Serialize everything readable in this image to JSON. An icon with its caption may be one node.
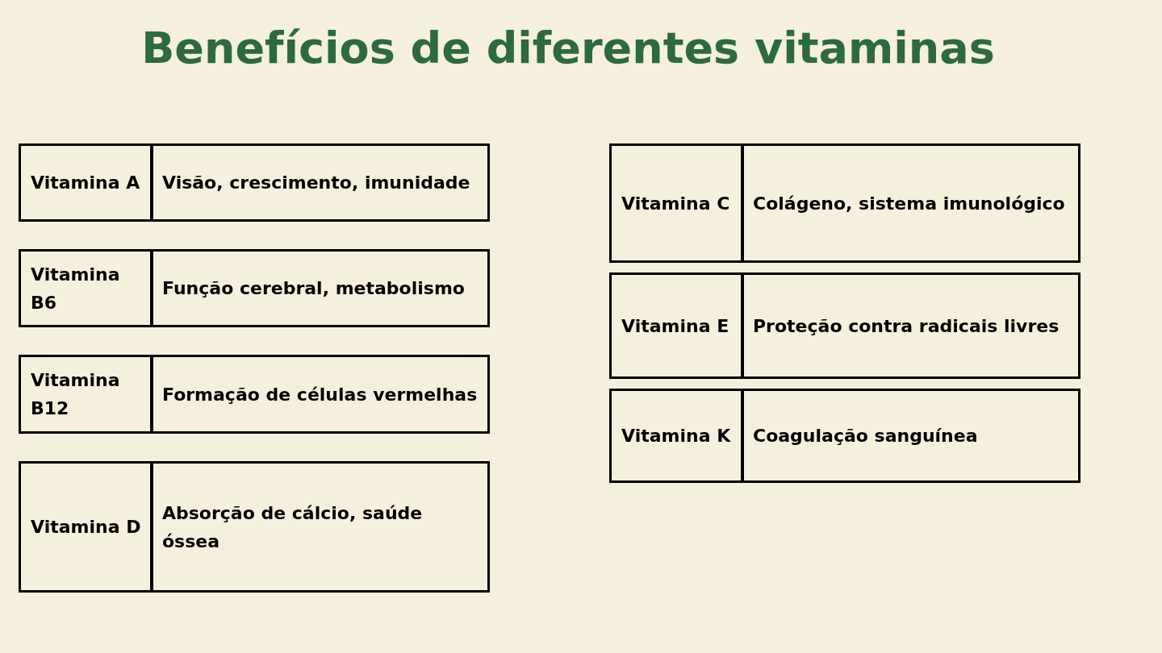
{
  "diagram": {
    "title": "Benefícios de diferentes vitaminas",
    "labels": [
      "Vitamina A",
      "Visão, crescimento, imunidade",
      "Vitamina B6",
      "Função cerebral, metabolismo",
      "Vitamina B12",
      "Formação de células vermelhas",
      "Vitamina D",
      "Absorção de cálcio, saúde óssea",
      "Vitamina C",
      "Colágeno, sistema imunológico",
      "Vitamina E",
      "Proteção contra radicais livres",
      "Vitamina K",
      "Coagulação sanguínea"
    ]
  }
}
